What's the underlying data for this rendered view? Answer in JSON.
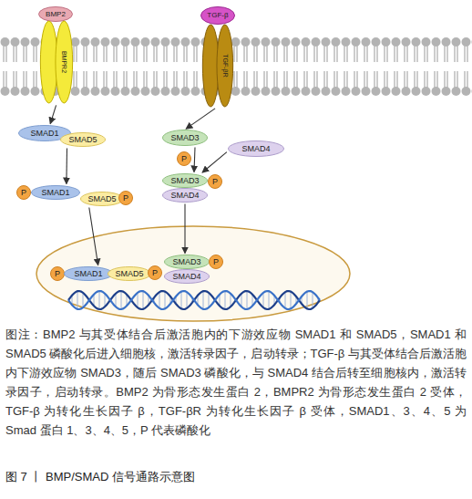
{
  "diagram": {
    "title": "图 7 丨 BMP/SMAD 信号通路示意图",
    "caption": "图注：BMP2 与其受体结合后激活胞内的下游效应物 SMAD1 和 SMAD5，SMAD1 和 SMAD5 磷酸化后进入细胞核，激活转录因子，启动转录；TGF-β 与其受体结合后激活胞内下游效应物 SMAD3，随后 SMAD3 磷酸化，与 SMAD4 结合后转至细胞核内，激活转录因子，启动转录。BMP2 为骨形态发生蛋白 2，BMPR2 为骨形态发生蛋白 2 受体，TGF-β 为转化生长因子 β，TGF-βR 为转化生长因子 β 受体，SMAD1、3、4、5 为 Smad 蛋白 1、3、4、5，P 代表磷酸化",
    "nodes": [
      {
        "text": [
          "BMP2"
        ]
      },
      {
        "text": [
          "BMPR2"
        ]
      },
      {
        "text": [
          "TGF-β"
        ]
      },
      {
        "text": [
          "TGF-βR"
        ]
      },
      {
        "text": [
          "SMAD1"
        ]
      },
      {
        "text": [
          "SMAD5"
        ]
      },
      {
        "text": [
          "P"
        ]
      },
      {
        "text": [
          "SMAD1"
        ]
      },
      {
        "text": [
          "SMAD5"
        ]
      },
      {
        "text": [
          "P"
        ]
      },
      {
        "text": [
          "SMAD3"
        ]
      },
      {
        "text": [
          "SMAD4"
        ]
      },
      {
        "text": [
          "P"
        ]
      },
      {
        "text": [
          "SMAD3"
        ]
      },
      {
        "text": [
          "P"
        ]
      },
      {
        "text": [
          "SMAD4"
        ]
      },
      {
        "text": [
          "P"
        ]
      },
      {
        "text": [
          "SMAD1"
        ]
      },
      {
        "text": [
          "SMAD5"
        ]
      },
      {
        "text": [
          "P"
        ]
      },
      {
        "text": [
          "SMAD3"
        ]
      },
      {
        "text": [
          "P"
        ]
      },
      {
        "text": [
          "SMAD4"
        ]
      }
    ],
    "edges": [
      {
        "from": 1,
        "to": 4,
        "arrow": "to"
      },
      {
        "from": 5,
        "to": 7,
        "arrow": "to"
      },
      {
        "from": 8,
        "to": 17,
        "arrow": "to"
      },
      {
        "from": 3,
        "to": 10,
        "arrow": "to"
      },
      {
        "from": 10,
        "to": 13,
        "arrow": "to"
      },
      {
        "from": 11,
        "to": 13,
        "arrow": "to"
      },
      {
        "from": 15,
        "to": 20,
        "arrow": "to"
      }
    ]
  }
}
